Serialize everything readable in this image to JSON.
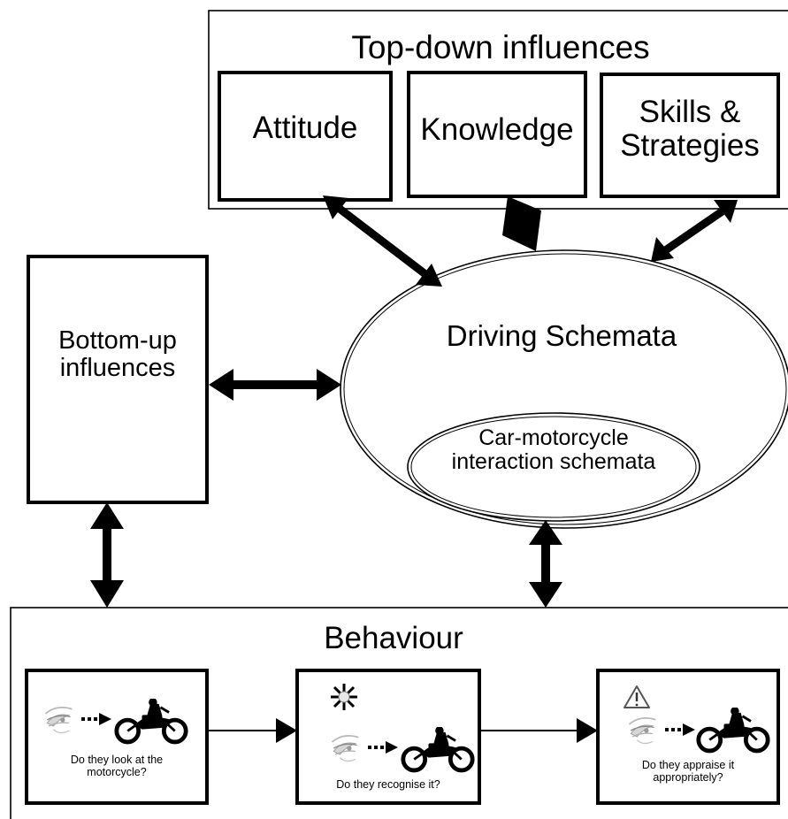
{
  "top_down": {
    "title": "Top-down influences",
    "attitude": "Attitude",
    "knowledge": "Knowledge",
    "skills_line1": "Skills &",
    "skills_line2": "Strategies"
  },
  "bottom_up": {
    "line1": "Bottom-up",
    "line2": "influences"
  },
  "driving_schemata": {
    "title": "Driving Schemata",
    "inner_line1": "Car-motorcycle",
    "inner_line2": "interaction schemata"
  },
  "behaviour": {
    "title": "Behaviour",
    "steps": [
      {
        "line1": "Do they look at the",
        "line2": "motorcycle?"
      },
      {
        "line1": "Do they recognise it?",
        "line2": ""
      },
      {
        "line1": "Do they appraise it",
        "line2": "appropriately?"
      }
    ]
  },
  "icons": [
    "eye-icon",
    "motorcycle-icon",
    "lightbulb-icon",
    "warning-icon",
    "dotted-arrow-icon"
  ]
}
